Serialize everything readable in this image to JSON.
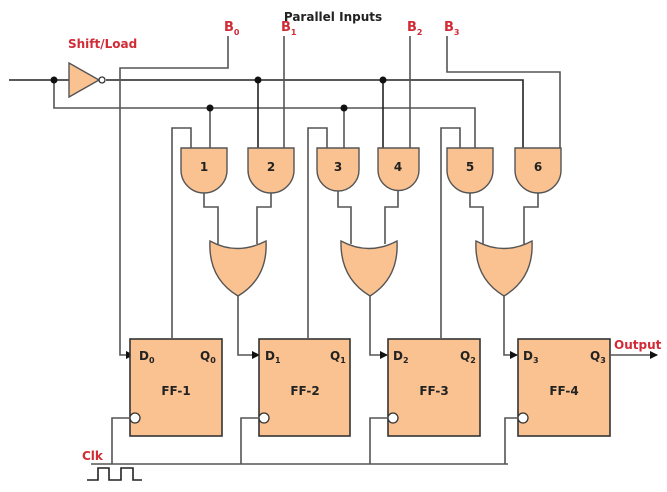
{
  "title": "Parallel Inputs",
  "control": {
    "label": "Shift/Load"
  },
  "parallel_inputs": [
    {
      "name": "B",
      "sub": "0"
    },
    {
      "name": "B",
      "sub": "1"
    },
    {
      "name": "B",
      "sub": "2"
    },
    {
      "name": "B",
      "sub": "3"
    }
  ],
  "and_gates": [
    "1",
    "2",
    "3",
    "4",
    "5",
    "6"
  ],
  "flip_flops": [
    {
      "name": "FF-1",
      "d": "D",
      "d_sub": "0",
      "q": "Q",
      "q_sub": "0"
    },
    {
      "name": "FF-2",
      "d": "D",
      "d_sub": "1",
      "q": "Q",
      "q_sub": "1"
    },
    {
      "name": "FF-3",
      "d": "D",
      "d_sub": "2",
      "q": "Q",
      "q_sub": "2"
    },
    {
      "name": "FF-4",
      "d": "D",
      "d_sub": "3",
      "q": "Q",
      "q_sub": "3"
    }
  ],
  "clock": {
    "label": "Clk"
  },
  "output": {
    "label": "Output"
  },
  "colors": {
    "gate_fill": "#fbc291",
    "label_red": "#d12b36",
    "wire": "#555555"
  }
}
